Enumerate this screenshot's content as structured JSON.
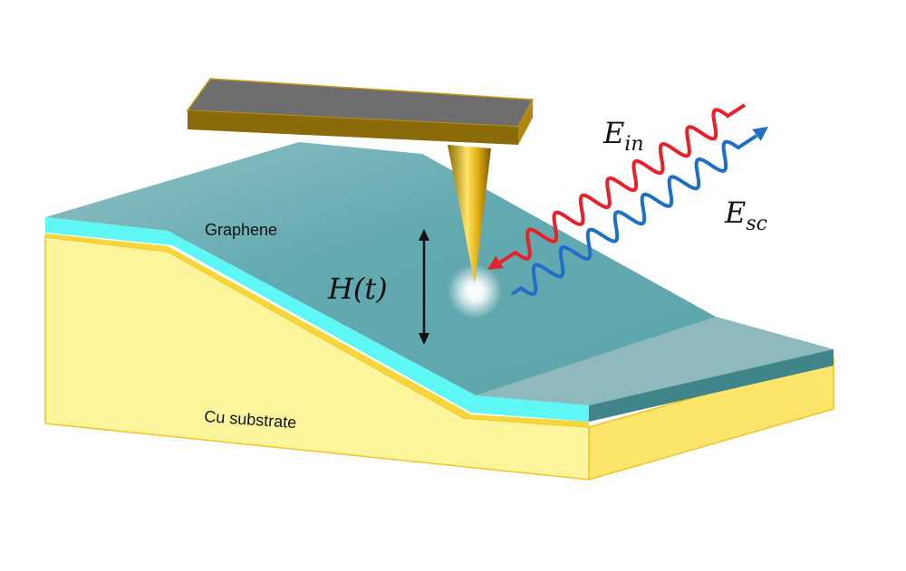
{
  "labels": {
    "graphene": "Graphene",
    "substrate": "Cu substrate",
    "height": "H(t)",
    "incident_field": {
      "main": "E",
      "sub": "in"
    },
    "scattered_field": {
      "main": "E",
      "sub": "sc"
    }
  },
  "colors": {
    "graphene_top": "#63aab0",
    "graphene_edge": "#5ef7f5",
    "graphene_side": "#3f858a",
    "copper_front": "#fdf59b",
    "copper_edge": "#f2c327",
    "cantilever_top": "#6e6e6e",
    "cantilever_side": "#8b6a0a",
    "incident_wave": "#e8202a",
    "scattered_wave": "#1f6fc8"
  }
}
